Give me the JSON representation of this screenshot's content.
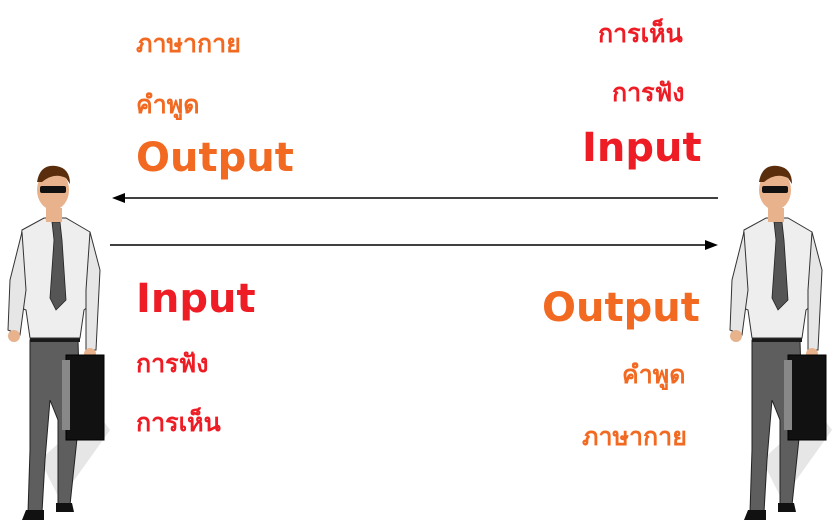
{
  "sender": {
    "output_items": [
      "ภาษากาย",
      "คำพูด"
    ],
    "output_label": "Output",
    "input_label": "Input",
    "input_items": [
      "การฟัง",
      "การเห็น"
    ]
  },
  "receiver": {
    "input_items": [
      "การเห็น",
      "การฟัง"
    ],
    "input_label": "Input",
    "output_label": "Output",
    "output_items": [
      "คำพูด",
      "ภาษากาย"
    ]
  },
  "colors": {
    "output": "#f26a22",
    "input": "#ee1c24",
    "arrow": "#000000"
  },
  "icons": {
    "left_person": "businessman-with-briefcase-icon",
    "right_person": "businessman-with-briefcase-icon"
  }
}
